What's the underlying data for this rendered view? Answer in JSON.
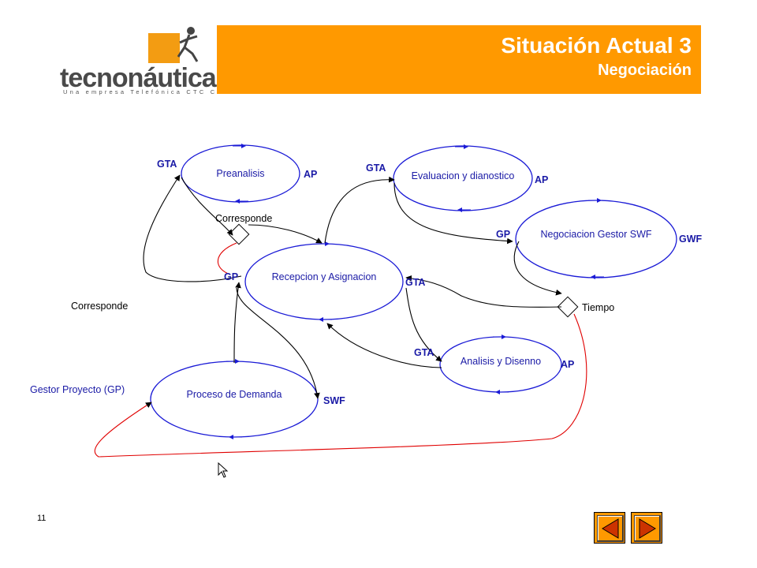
{
  "header": {
    "title": "Situación Actual 3",
    "subtitle": "Negociación",
    "logo_name": "tecnonáutica",
    "logo_tagline": "Una empresa Telefónica CTC Chile",
    "banner_color": "#ff9900"
  },
  "diagram": {
    "nodes": {
      "preanalisis": "Preanalisis",
      "evaluacion": "Evaluacion y dianostico",
      "negociacion": "Negociacion Gestor SWF",
      "recepcion": "Recepcion y Asignacion",
      "analisis": "Analisis y Disenno",
      "proceso": "Proceso de Demanda"
    },
    "roles": {
      "gta_pre": "GTA",
      "ap_pre": "AP",
      "gta_eval": "GTA",
      "ap_eval": "AP",
      "gp_neg": "GP",
      "gwf_neg": "GWF",
      "gp_rec": "GP",
      "gta_rec": "GTA",
      "gta_ana": "GTA",
      "ap_ana": "AP",
      "gp_proc": "Gestor Proyecto (GP)",
      "swf_proc": "SWF"
    },
    "junctions": {
      "corresponde_top": "Corresponde",
      "corresponde_left": "Corresponde",
      "tiempo": "Tiempo"
    },
    "colors": {
      "ellipse": "#1a1ad6",
      "flow": "#000000",
      "red_flow": "#e00000",
      "text": "#1a1aa6"
    }
  },
  "footer": {
    "page_number": "11",
    "prev_icon": "triangle-left-icon",
    "next_icon": "triangle-right-icon"
  }
}
